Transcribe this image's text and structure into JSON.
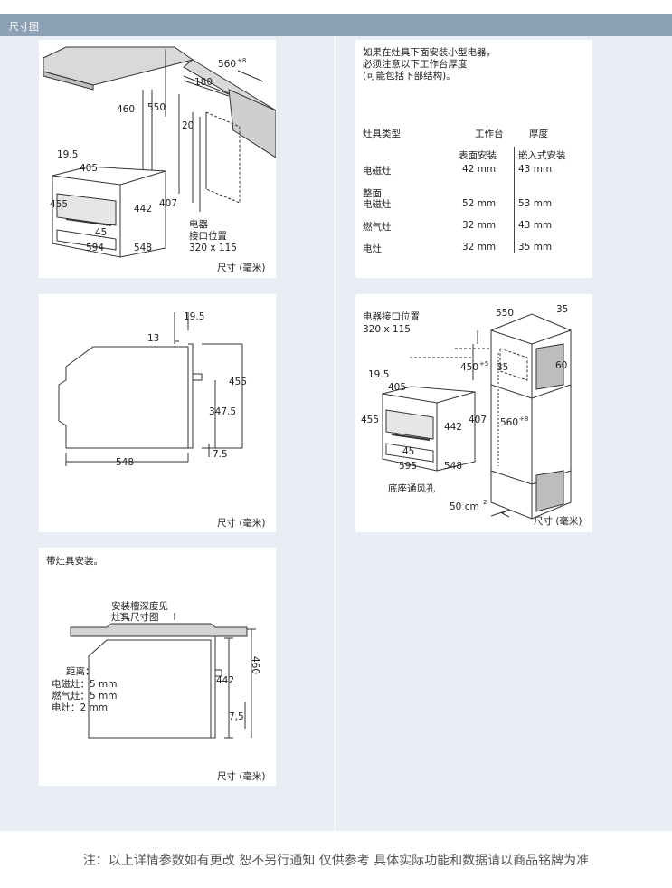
{
  "header": {
    "title": "尺寸图"
  },
  "unit_label": "尺寸 (毫米)",
  "panel1": {
    "dims": {
      "d560": "560",
      "d560_sup": "+8",
      "d180": "180",
      "d460": "460",
      "d550": "550",
      "d20": "20",
      "d195": "19.5",
      "d405": "405",
      "d455": "455",
      "d442": "442",
      "d407": "407",
      "d45": "45",
      "d594": "594",
      "d548": "548"
    },
    "connector": [
      "电器",
      "接口位置",
      "320 x 115"
    ]
  },
  "panel2": {
    "dims": {
      "d195": "19.5",
      "d13": "13",
      "d455": "455",
      "d3475": "347.5",
      "d75": "7.5",
      "d548": "548"
    }
  },
  "panel3": {
    "title": "带灶具安装。",
    "note": [
      "安装槽深度见",
      "灶具尺寸图"
    ],
    "dims": {
      "d442": "442",
      "d460": "460",
      "d75": "7,5"
    },
    "distance": [
      "距离：",
      "电磁灶：5 mm",
      "燃气灶：5 mm",
      "电灶：2 mm"
    ]
  },
  "panel4": {
    "intro": [
      "如果在灶具下面安装小型电器，",
      "必须注意以下工作台厚度",
      "(可能包括下部结构)。"
    ],
    "table": {
      "h_type": "灶具类型",
      "h_worktop": "工作台",
      "h_thickness": "厚度",
      "h_surface": "表面安装",
      "h_builtin": "嵌入式安装",
      "rows": [
        {
          "type": "电磁灶",
          "surface": "42 mm",
          "builtin": "43 mm"
        },
        {
          "type": "整面电磁灶",
          "type_l1": "整面",
          "type_l2": "电磁灶",
          "surface": "52 mm",
          "builtin": "53 mm"
        },
        {
          "type": "燃气灶",
          "surface": "32 mm",
          "builtin": "43 mm"
        },
        {
          "type": "电灶",
          "surface": "32 mm",
          "builtin": "35 mm"
        }
      ]
    }
  },
  "panel5": {
    "connector": [
      "电器接口位置",
      "320 x 115"
    ],
    "dims": {
      "d550": "550",
      "d35a": "35",
      "d450": "450",
      "d450_sup": "+5",
      "d35b": "35",
      "d60": "60",
      "d195": "19.5",
      "d405": "405",
      "d455": "455",
      "d442": "442",
      "d407": "407",
      "d560": "560",
      "d560_sup": "+8",
      "d45": "45",
      "d595": "595",
      "d548": "548"
    },
    "vent": "底座通风孔",
    "area": "50 cm",
    "area_sup": "2"
  },
  "footer": {
    "note": "注：以上详情参数如有更改  恕不另行通知  仅供参考  具体实际功能和数据请以商品铭牌为准"
  }
}
